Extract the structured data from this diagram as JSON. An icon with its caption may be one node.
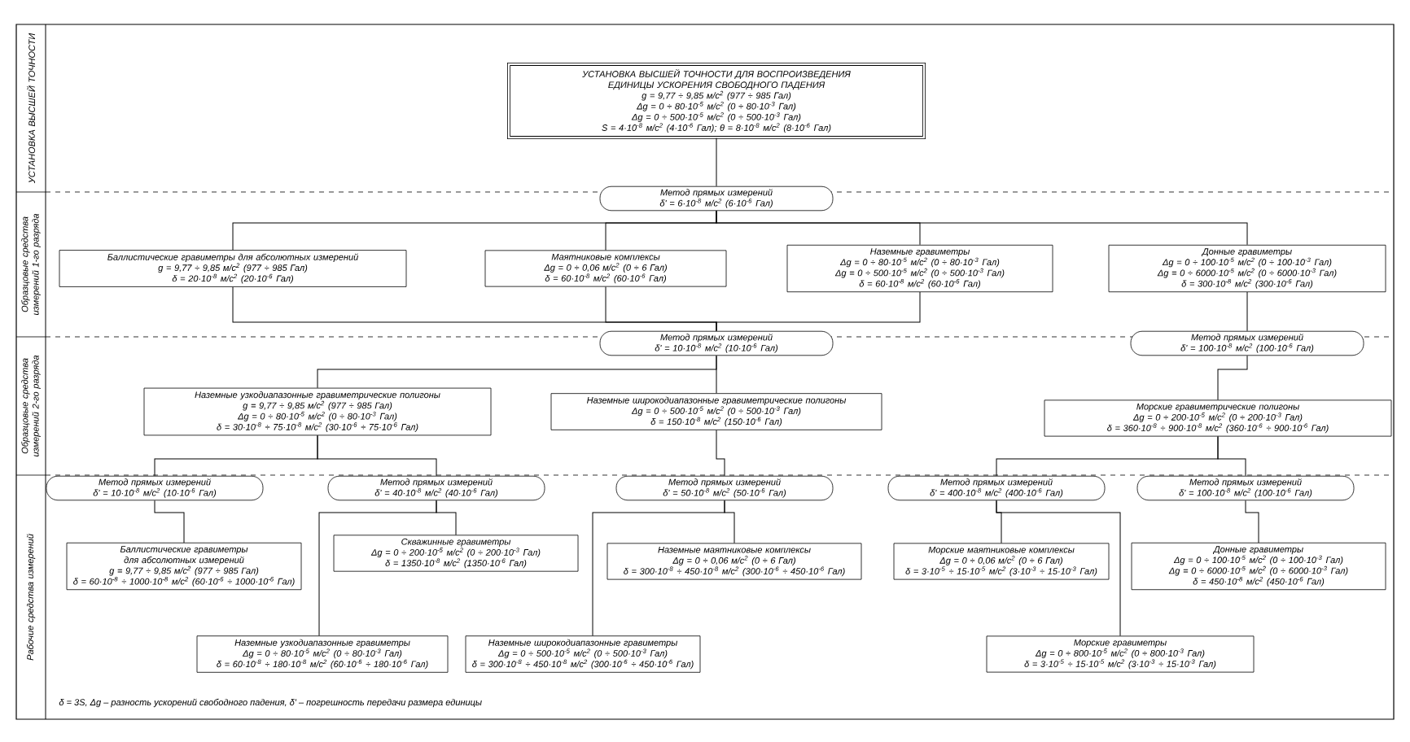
{
  "diagram": {
    "nodes": [
      {
        "text": [
          "УСТАНОВКА ВЫСШЕЙ ТОЧНОСТИ ДЛЯ ВОСПРОИЗВЕДЕНИЯ ЕДИНИЦЫ УСКОРЕНИЯ СВОБОДНОГО ПАДЕНИЯ",
          "g = 9,77 ÷ 9,85 м/с$^{2}$ (977 ÷ 985 Гал)",
          "Δg = 0 ÷ 80·10$^{-5}$ м/с$^{2}$ (0 ÷ 80·10$^{-3}$ Гал)",
          "Δg = 0 ÷ 500·10$^{-5}$ м/с$^{2}$ (0 ÷ 500·10$^{-3}$ Гал)",
          "S = 4·10$^{-8}$ м/с$^{2}$ (4·10$^{-6}$ Гал);  θ = 8·10$^{-8}$ м/с$^{2}$ (8·10$^{-6}$ Гал)"
        ]
      },
      {
        "text": [
          "Метод прямых измерений",
          "δ' = 6·10$^{-8}$ м/с$^{2}$ (6·10$^{-6}$ Гал)"
        ]
      },
      {
        "text": [
          "Баллистические гравиметры для абсолютных измерений",
          "g = 9,77 ÷ 9,85 м/с$^{2}$ (977 ÷ 985 Гал)",
          "δ = 20·10$^{-8}$ м/с$^{2}$ (20·10$^{-6}$ Гал)"
        ]
      },
      {
        "text": [
          "Маятниковые комплексы",
          "Δg = 0 ÷ 0,06 м/с$^{2}$ (0 ÷ 6 Гал)",
          "δ = 60·10$^{-8}$ м/с$^{2}$ (60·10$^{-6}$ Гал)"
        ]
      },
      {
        "text": [
          "Наземные гравиметры",
          "Δg = 0 ÷ 80·10$^{-5}$ м/с$^{2}$ (0 ÷ 80·10$^{-3}$ Гал)",
          "Δg = 0 ÷ 500·10$^{-5}$ м/с$^{2}$ (0 ÷ 500·10$^{-3}$ Гал)",
          "δ = 60·10$^{-8}$ м/с$^{2}$ (60·10$^{-6}$ Гал)"
        ]
      },
      {
        "text": [
          "Донные гравиметры",
          "Δg = 0 ÷ 100·10$^{-5}$ м/с$^{2}$ (0 ÷ 100·10$^{-3}$ Гал)",
          "Δg = 0 ÷ 6000·10$^{-5}$ м/с$^{2}$ (0 ÷ 6000·10$^{-3}$ Гал)",
          "δ = 300·10$^{-8}$ м/с$^{2}$ (300·10$^{-6}$ Гал)"
        ]
      },
      {
        "text": [
          "Метод прямых измерений",
          "δ' = 10·10$^{-8}$ м/с$^{2}$ (10·10$^{-6}$ Гал)"
        ]
      },
      {
        "text": [
          "Метод прямых измерений",
          "δ' = 100·10$^{-8}$ м/с$^{2}$ (100·10$^{-6}$ Гал)"
        ]
      },
      {
        "text": [
          "Наземные узкодиапазонные гравиметрические полигоны",
          "g = 9,77 ÷ 9,85 м/с$^{2}$ (977 ÷ 985 Гал)",
          "Δg = 0 ÷ 80·10$^{-5}$ м/с$^{2}$ (0 ÷ 80·10$^{-3}$ Гал)",
          "δ = 30·10$^{-8}$ ÷ 75·10$^{-8}$ м/с$^{2}$ (30·10$^{-6}$ ÷ 75·10$^{-6}$ Гал)"
        ]
      },
      {
        "text": [
          "Наземные широкодиапазонные гравиметрические полигоны",
          "Δg = 0 ÷ 500·10$^{-5}$ м/с$^{2}$ (0 ÷ 500·10$^{-3}$ Гал)",
          "δ = 150·10$^{-8}$ м/с$^{2}$ (150·10$^{-6}$ Гал)"
        ]
      },
      {
        "text": [
          "Морские гравиметрические полигоны",
          "Δg = 0 ÷ 200·10$^{-5}$ м/с$^{2}$ (0 ÷ 200·10$^{-3}$ Гал)",
          "δ = 360·10$^{-8}$ ÷ 900·10$^{-8}$ м/с$^{2}$ (360·10$^{-6}$ ÷ 900·10$^{-6}$ Гал)"
        ]
      },
      {
        "text": [
          "Метод прямых измерений",
          "δ' = 10·10$^{-8}$ м/с$^{2}$ (10·10$^{-6}$ Гал)"
        ]
      },
      {
        "text": [
          "Метод прямых измерений",
          "δ' = 40·10$^{-8}$ м/с$^{2}$ (40·10$^{-6}$ Гал)"
        ]
      },
      {
        "text": [
          "Метод прямых измерений",
          "δ' = 50·10$^{-8}$ м/с$^{2}$ (50·10$^{-6}$ Гал)"
        ]
      },
      {
        "text": [
          "Метод прямых измерений",
          "δ' = 400·10$^{-8}$ м/с$^{2}$ (400·10$^{-6}$ Гал)"
        ]
      },
      {
        "text": [
          "Метод прямых измерений",
          "δ' = 100·10$^{-8}$ м/с$^{2}$ (100·10$^{-6}$ Гал)"
        ]
      },
      {
        "text": [
          "Баллистические гравиметры для абсолютных измерений",
          "g = 9,77 ÷ 9,85 м/с$^{2}$ (977 ÷ 985 Гал)",
          "δ = 60·10$^{-8}$ ÷ 1000·10$^{-8}$ м/с$^{2}$ (60·10$^{-6}$ ÷ 1000·10$^{-6}$ Гал)"
        ]
      },
      {
        "text": [
          "Скважинные гравиметры",
          "Δg = 0 ÷ 200·10$^{-5}$ м/с$^{2}$ (0 ÷ 200·10$^{-3}$ Гал)",
          "δ = 1350·10$^{-8}$ м/с$^{2}$ (1350·10$^{-6}$ Гал)"
        ]
      },
      {
        "text": [
          "Наземные узкодиапазонные гравиметры",
          "Δg = 0 ÷ 80·10$^{-5}$ м/с$^{2}$ (0 ÷ 80·10$^{-3}$ Гал)",
          "δ = 60·10$^{-8}$ ÷ 180·10$^{-8}$ м/с$^{2}$ (60·10$^{-6}$ ÷ 180·10$^{-6}$ Гал)"
        ]
      },
      {
        "text": [
          "Наземные широкодиапазонные гравиметры",
          "Δg = 0 ÷ 500·10$^{-5}$ м/с$^{2}$ (0 ÷ 500·10$^{-3}$ Гал)",
          "δ = 300·10$^{-8}$ ÷ 450·10$^{-8}$ м/с$^{2}$ (300·10$^{-6}$ ÷ 450·10$^{-6}$ Гал)"
        ]
      },
      {
        "text": [
          "Наземные маятниковые комплексы",
          "Δg = 0 ÷ 0,06 м/с$^{2}$ (0 ÷ 6 Гал)",
          "δ = 300·10$^{-8}$ ÷ 450·10$^{-8}$ м/с$^{2}$ (300·10$^{-6}$ ÷ 450·10$^{-6}$ Гал)"
        ]
      },
      {
        "text": [
          "Морские маятниковые комплексы",
          "Δg = 0 ÷ 0,06 м/с$^{2}$ (0 ÷ 6 Гал)",
          "δ = 3·10$^{-5}$ ÷ 15·10$^{-5}$ м/с$^{2}$ (3·10$^{-3}$ ÷ 15·10$^{-3}$ Гал)"
        ]
      },
      {
        "text": [
          "Донные гравиметры",
          "Δg = 0 ÷ 100·10$^{-5}$ м/с$^{2}$ (0 ÷ 100·10$^{-3}$ Гал)",
          "Δg = 0 ÷ 6000·10$^{-5}$ м/с$^{2}$ (0 ÷ 6000·10$^{-3}$ Гал)",
          "δ = 450·10$^{-8}$ м/с$^{2}$ (450·10$^{-6}$ Гал)"
        ]
      },
      {
        "text": [
          "Морские гравиметры",
          "Δg = 0 ÷ 800·10$^{-5}$ м/с$^{2}$ (0 ÷ 800·10$^{-3}$ Гал)",
          "δ = 3·10$^{-5}$ ÷ 15·10$^{-5}$ м/с$^{2}$ (3·10$^{-3}$ ÷ 15·10$^{-3}$ Гал)"
        ]
      }
    ],
    "edges": [
      {
        "from": 0,
        "to": 1,
        "arrow": "none"
      },
      {
        "from": 1,
        "to": 2,
        "arrow": "none"
      },
      {
        "from": 1,
        "to": 3,
        "arrow": "none"
      },
      {
        "from": 1,
        "to": 4,
        "arrow": "none"
      },
      {
        "from": 1,
        "to": 5,
        "arrow": "none"
      },
      {
        "from": 2,
        "to": 6,
        "arrow": "none"
      },
      {
        "from": 3,
        "to": 6,
        "arrow": "none"
      },
      {
        "from": 4,
        "to": 6,
        "arrow": "none"
      },
      {
        "from": 5,
        "to": 7,
        "arrow": "none"
      },
      {
        "from": 6,
        "to": 8,
        "arrow": "none"
      },
      {
        "from": 6,
        "to": 9,
        "arrow": "none"
      },
      {
        "from": 7,
        "to": 10,
        "arrow": "none"
      },
      {
        "from": 8,
        "to": 11,
        "arrow": "none"
      },
      {
        "from": 8,
        "to": 12,
        "arrow": "none"
      },
      {
        "from": 9,
        "to": 13,
        "arrow": "none"
      },
      {
        "from": 10,
        "to": 14,
        "arrow": "none"
      },
      {
        "from": 10,
        "to": 15,
        "arrow": "none"
      },
      {
        "from": 11,
        "to": 16,
        "arrow": "none"
      },
      {
        "from": 12,
        "to": 17,
        "arrow": "none"
      },
      {
        "from": 12,
        "to": 18,
        "arrow": "none"
      },
      {
        "from": 13,
        "to": 20,
        "arrow": "none"
      },
      {
        "from": 13,
        "to": 19,
        "arrow": "none"
      },
      {
        "from": 14,
        "to": 21,
        "arrow": "none"
      },
      {
        "from": 14,
        "to": 23,
        "arrow": "none"
      },
      {
        "from": 15,
        "to": 22,
        "arrow": "none"
      }
    ],
    "labels": [
      "УСТАНОВКА ВЫСШЕЙ ТОЧНОСТИ",
      "Образцовые средства измерений 1-го разряда",
      "Образцовые средства измерений 2-го разряда",
      "Рабочие средства измерений",
      "δ = 3S,  Δg – разность ускорений свободного падения,  δ' – погрешность передачи размера единицы"
    ]
  }
}
